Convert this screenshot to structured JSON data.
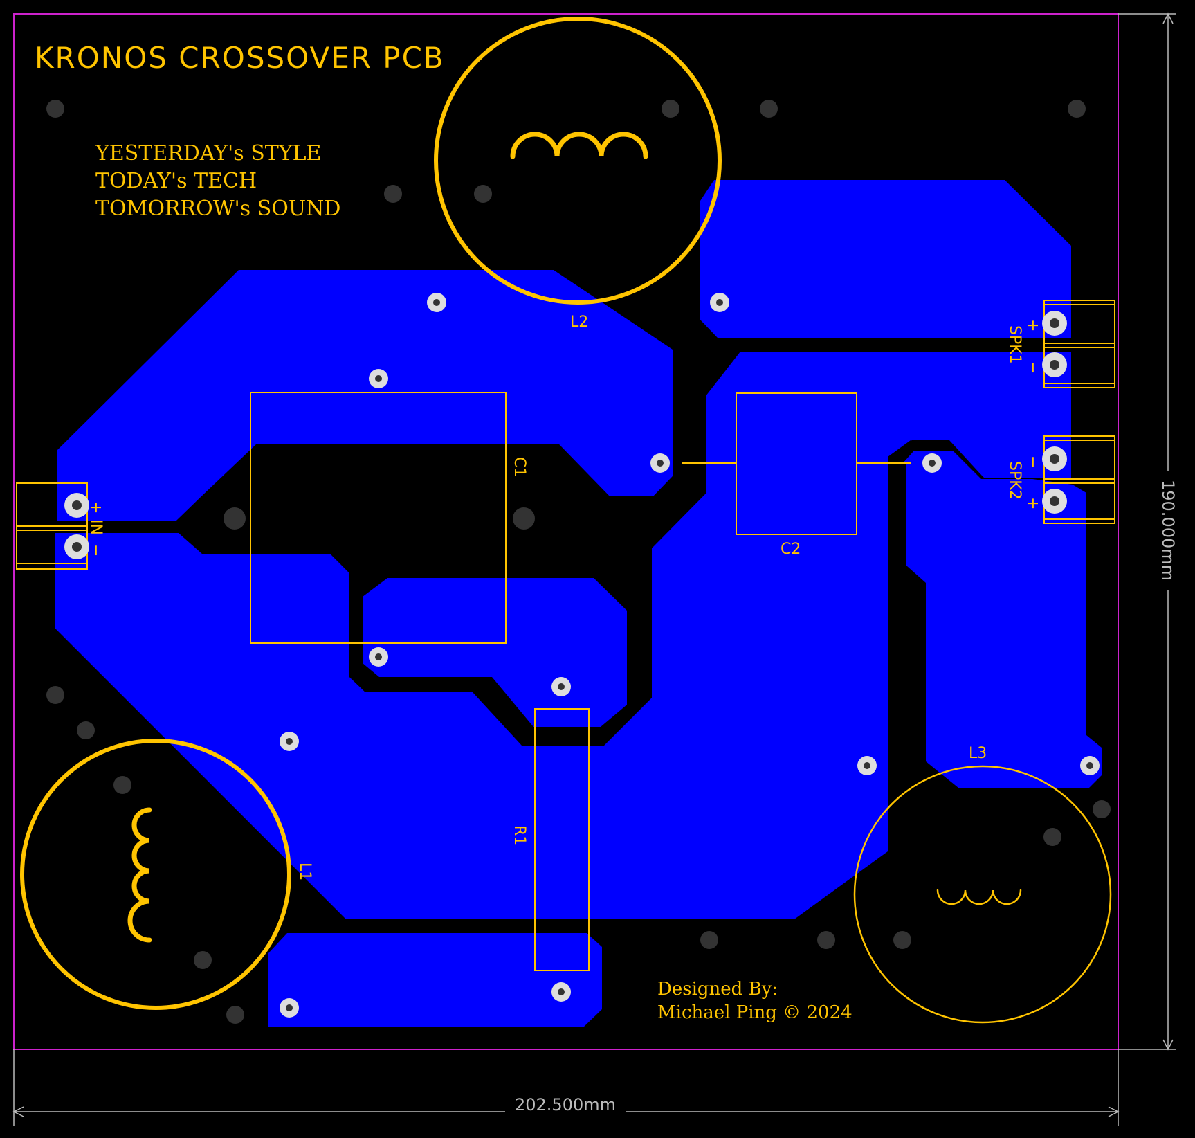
{
  "title": "KRONOS CROSSOVER PCB",
  "slogan": {
    "line1": "YESTERDAY's STYLE",
    "line2": "TODAY's TECH",
    "line3": "TOMORROW's SOUND"
  },
  "credits": {
    "line1": "Designed By:",
    "line2": "Michael Ping © 2024"
  },
  "components": {
    "l1": "L1",
    "l2": "L2",
    "l3": "L3",
    "c1": "C1",
    "c2": "C2",
    "r1": "R1"
  },
  "connectors": {
    "in": {
      "label": "IN",
      "plus": "+",
      "minus": "−"
    },
    "spk1": {
      "label": "SPK1",
      "plus": "+",
      "minus": "−"
    },
    "spk2": {
      "label": "SPK2",
      "plus": "+",
      "minus": "−"
    }
  },
  "dimensions": {
    "width": "202.500mm",
    "height": "190.000mm"
  },
  "colors": {
    "background": "#000000",
    "copper": "#0000ff",
    "silkscreen": "#ffc400",
    "outline": "#cc22cc",
    "dimension": "#bbbbbb",
    "pad_ring": "#dddddd",
    "hole": "#333333"
  }
}
